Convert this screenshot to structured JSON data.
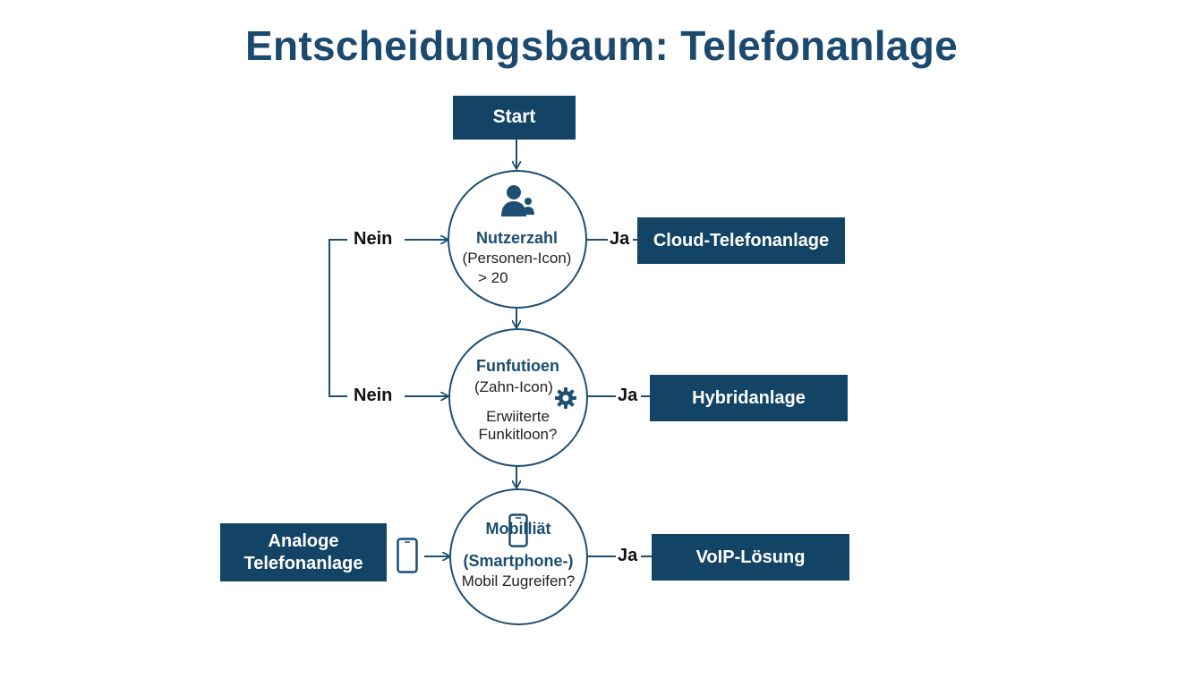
{
  "title": "Entscheidungsbaum: Telefonanlage",
  "start": "Start",
  "nodes": [
    {
      "title": "Nutzerzahl",
      "icon_label": "(Personen-Icon)",
      "question": "> 20"
    },
    {
      "title": "Funfutioen",
      "icon_label": "(Zahn-Icon)",
      "question_line1": "Erwiiterte",
      "question_line2": "Funkitloon?"
    },
    {
      "title": "Mobilliät",
      "icon_label": "(Smartphone-)",
      "question": "Mobil Zugreifen?"
    }
  ],
  "labels": {
    "yes": "Ja",
    "no": "Nein"
  },
  "outcomes": {
    "cloud": "Cloud-Telefonanlage",
    "hybrid": "Hybridanlage",
    "voip": "VoIP-Lösung",
    "analog_line1": "Analoge",
    "analog_line2": "Telefonanlage"
  },
  "colors": {
    "primary": "#134466",
    "stroke": "#1d4f73"
  },
  "icons": [
    "person-icon",
    "gear-icon",
    "smartphone-icon"
  ]
}
